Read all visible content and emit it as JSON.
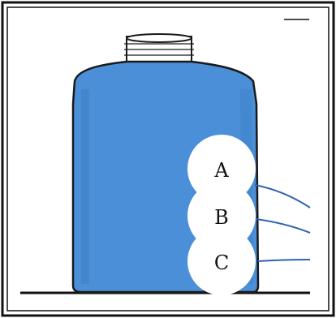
{
  "figure": {
    "points": [
      {
        "id": "A",
        "label": "A"
      },
      {
        "id": "B",
        "label": "B"
      },
      {
        "id": "C",
        "label": "C"
      }
    ]
  },
  "colors": {
    "water": "#4a8fd8",
    "water_dark": "#3c7cc4",
    "outline": "#1a1a1a",
    "frame": "#111111",
    "jet": "#2f64b0"
  }
}
